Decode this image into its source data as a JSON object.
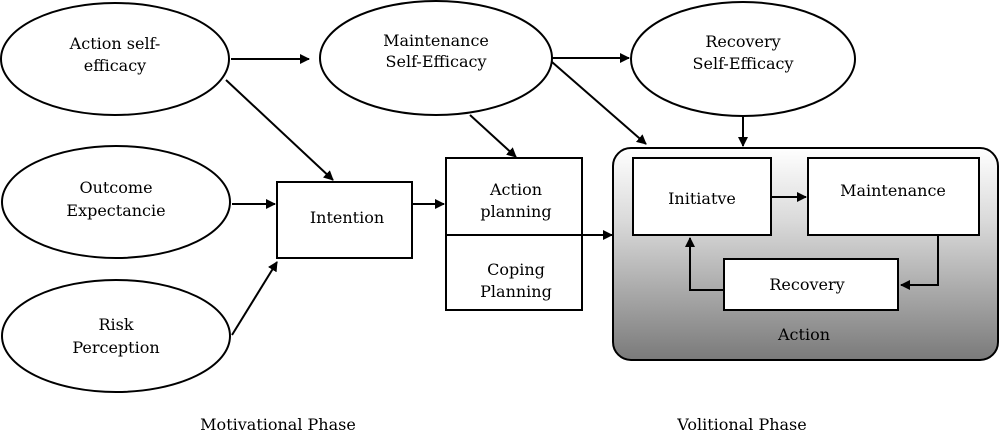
{
  "nodes": {
    "action_self_efficacy": {
      "line1": "Action self-",
      "line2": "efficacy"
    },
    "maintenance_self_efficacy": {
      "line1": "Maintenance",
      "line2": "Self-Efficacy"
    },
    "recovery_self_efficacy": {
      "line1": "Recovery",
      "line2": "Self-Efficacy"
    },
    "outcome_expectancie": {
      "line1": "Outcome",
      "line2": "Expectancie"
    },
    "risk_perception": {
      "line1": "Risk",
      "line2": "Perception"
    },
    "intention": {
      "label": "Intention"
    },
    "action_planning": {
      "line1": "Action",
      "line2": "planning"
    },
    "coping_planning": {
      "line1": "Coping",
      "line2": "Planning"
    },
    "initiatve": {
      "label": "Initiatve"
    },
    "maintenance": {
      "label": "Maintenance"
    },
    "recovery": {
      "label": "Recovery"
    },
    "action_group": {
      "label": "Action"
    }
  },
  "phases": {
    "motivational": "Motivational Phase",
    "volitional": "Volitional Phase"
  },
  "colors": {
    "stroke": "#000000",
    "node_fill": "#ffffff",
    "action_gradient_top": "#ffffff",
    "action_gradient_bottom": "#7a7a7a"
  }
}
